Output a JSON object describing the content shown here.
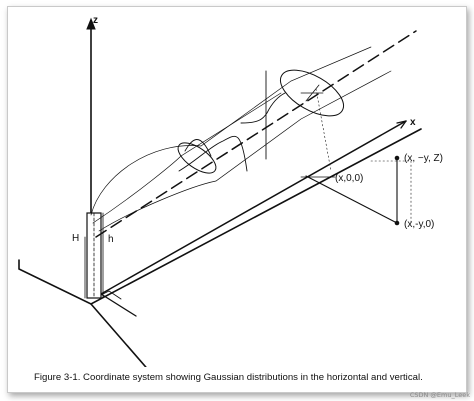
{
  "figure": {
    "axis_labels": {
      "z": "z",
      "x": "x"
    },
    "height_labels": {
      "stack_height": "H",
      "physical_height": "h"
    },
    "point_labels": {
      "origin_x": "(x,0,0)",
      "point_xyz": "(x, −y, Z)",
      "point_xy0": "(x,-y,0)"
    },
    "caption": "Figure 3-1.  Coordinate system showing Gaussian distributions in the horizontal and vertical.",
    "watermark": "CSDN @Emu_Leek"
  }
}
